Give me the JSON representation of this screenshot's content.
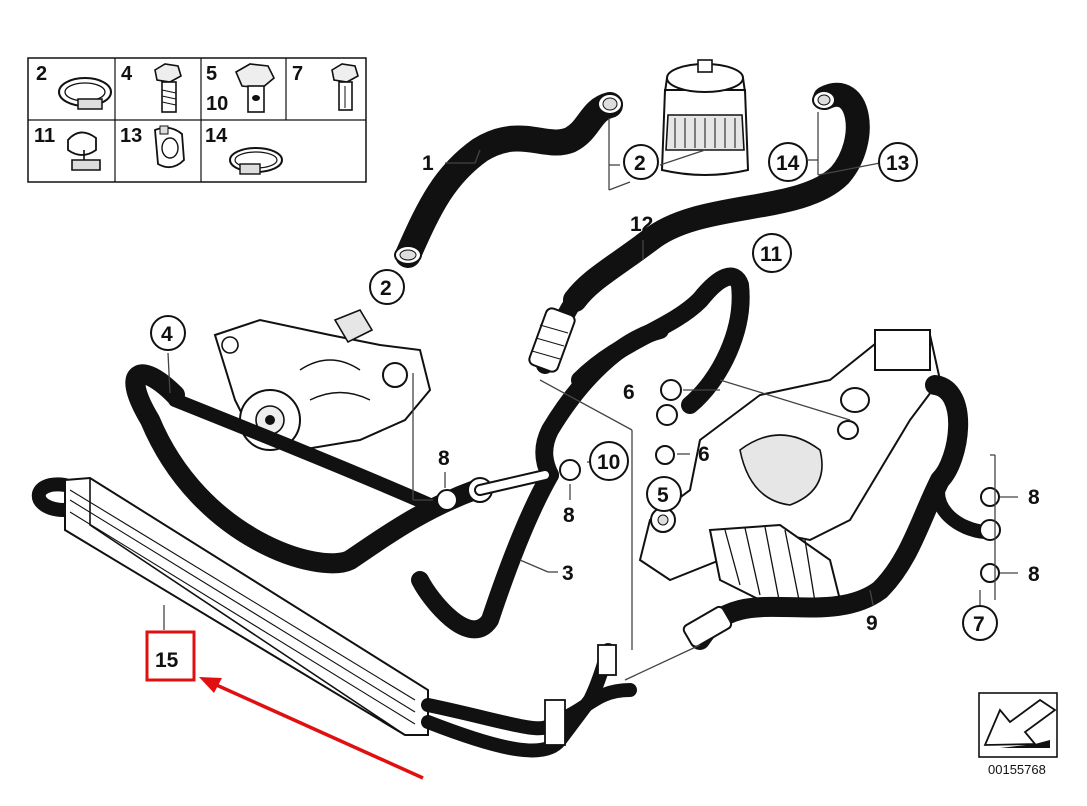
{
  "diagram": {
    "reference_number": "00155768",
    "highlight_color": "#e01010",
    "highlighted_part": "15",
    "inset_table": [
      {
        "label": "2",
        "icon": "hose-clamp-icon"
      },
      {
        "label": "4",
        "icon": "bolt-icon"
      },
      {
        "label": "5",
        "label2": "10",
        "icon": "banjo-bolt-icon"
      },
      {
        "label": "7",
        "icon": "hollow-bolt-icon"
      },
      {
        "label": "11",
        "icon": "bracket-clip-icon"
      },
      {
        "label": "13",
        "icon": "hose-clip-icon"
      },
      {
        "label": "14",
        "icon": "worm-clamp-icon"
      }
    ],
    "callouts": {
      "c1": "1",
      "c2a": "2",
      "c2b": "2",
      "c3": "3",
      "c4": "4",
      "c5": "5",
      "c6a": "6",
      "c6b": "6",
      "c7": "7",
      "c8a": "8",
      "c8b": "8",
      "c8c": "8",
      "c8d": "8",
      "c9": "9",
      "c10": "10",
      "c11": "11",
      "c12": "12",
      "c13": "13",
      "c14": "14",
      "c15": "15"
    }
  }
}
